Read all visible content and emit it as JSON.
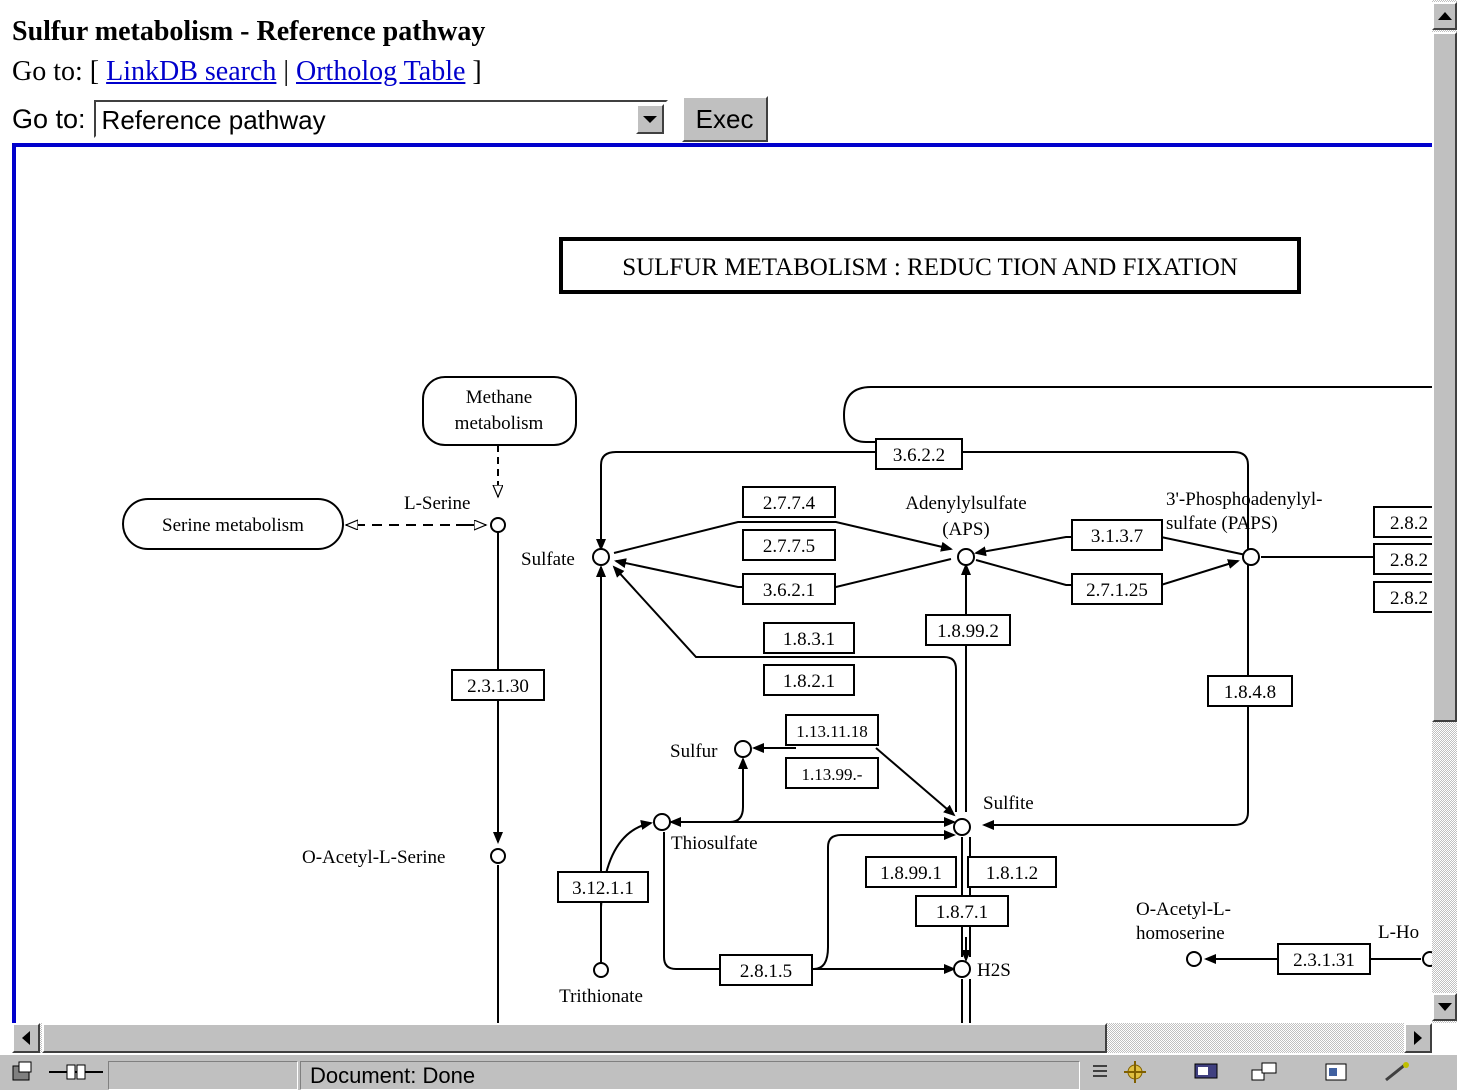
{
  "page_title": "Sulfur metabolism - Reference pathway",
  "goto_links": {
    "prefix": "Go to: [",
    "link1": "LinkDB search",
    "separator": "|",
    "link2": "Ortholog Table",
    "suffix": "]"
  },
  "goto_select": {
    "label": "Go to:",
    "selected": "Reference pathway",
    "exec_label": "Exec"
  },
  "map": {
    "header": "SULFUR  METABOLISM : REDUC TION AND FIXATION",
    "boxes": {
      "methane": [
        "Methane",
        "metabolism"
      ],
      "serine": "Serine metabolism"
    },
    "compounds": {
      "l_serine": "L-Serine",
      "sulfate": "Sulfate",
      "aps": [
        "Adenylylsulfate",
        "(APS)"
      ],
      "paps": [
        "3'-Phosphoadenylyl-",
        "sulfate (PAPS)"
      ],
      "sulfur": "Sulfur",
      "thiosulfate": "Thiosulfate",
      "sulfite": "Sulfite",
      "o_acetyl_serine": "O-Acetyl-L-Serine",
      "trithionate": "Trithionate",
      "h2s": "H2S",
      "o_acetyl_homoserine": [
        "O-Acetyl-L-",
        "homoserine"
      ],
      "l_homoserine": "L-Ho"
    },
    "enzymes": {
      "e3622": "3.6.2.2",
      "e2774": "2.7.7.4",
      "e2775": "2.7.7.5",
      "e3621": "3.6.2.1",
      "e3137": "3.1.3.7",
      "e27125": "2.7.1.25",
      "e28a": "2.8.2",
      "e28b": "2.8.2",
      "e28c": "2.8.2",
      "e1831": "1.8.3.1",
      "e1821": "1.8.2.1",
      "e18992": "1.8.99.2",
      "e1848": "1.8.4.8",
      "e23130": "2.3.1.30",
      "e1131118": "1.13.11.18",
      "e11399": "1.13.99.-",
      "e31211": "3.12.1.1",
      "e18991": "1.8.99.1",
      "e1812": "1.8.1.2",
      "e1871": "1.8.7.1",
      "e2815": "2.8.1.5",
      "e23131": "2.3.1.31"
    }
  },
  "status": {
    "text": "Document: Done"
  }
}
